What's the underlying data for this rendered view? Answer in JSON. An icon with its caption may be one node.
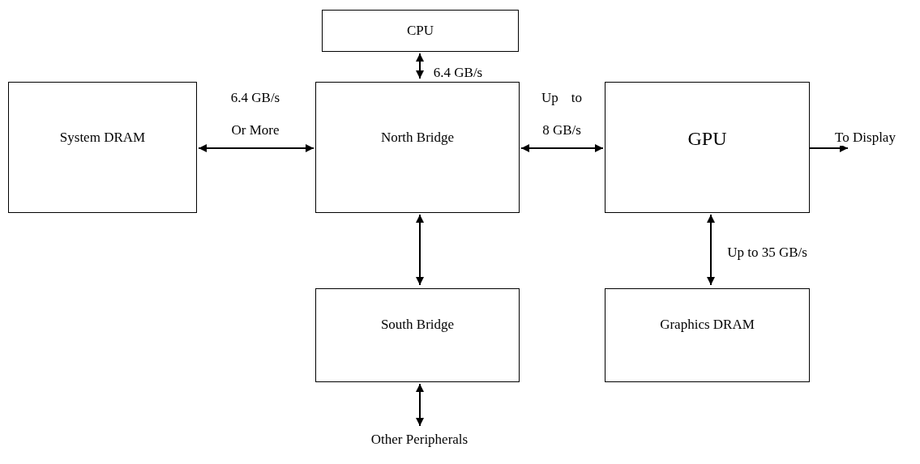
{
  "diagram": {
    "nodes": [
      {
        "text": [
          "CPU"
        ]
      },
      {
        "text": [
          "System DRAM"
        ]
      },
      {
        "text": [
          "North Bridge"
        ]
      },
      {
        "text": [
          "GPU"
        ]
      },
      {
        "text": [
          "South Bridge"
        ]
      },
      {
        "text": [
          "Graphics DRAM"
        ]
      },
      {
        "text": [
          "Other Peripherals"
        ]
      }
    ],
    "edges": [
      {
        "from": 0,
        "to": 2,
        "arrow": "both",
        "label": "6.4 GB/s"
      },
      {
        "from": 1,
        "to": 2,
        "arrow": "both",
        "label": "6.4 GB/s Or More"
      },
      {
        "from": 2,
        "to": 3,
        "arrow": "both",
        "label": "Up to 8 GB/s"
      },
      {
        "from": 3,
        "to": null,
        "arrow": "to",
        "label": "To Display"
      },
      {
        "from": 2,
        "to": 4,
        "arrow": "both"
      },
      {
        "from": 3,
        "to": 5,
        "arrow": "both",
        "label": "Up to 35 GB/s"
      },
      {
        "from": 4,
        "to": 6,
        "arrow": "both"
      }
    ]
  }
}
